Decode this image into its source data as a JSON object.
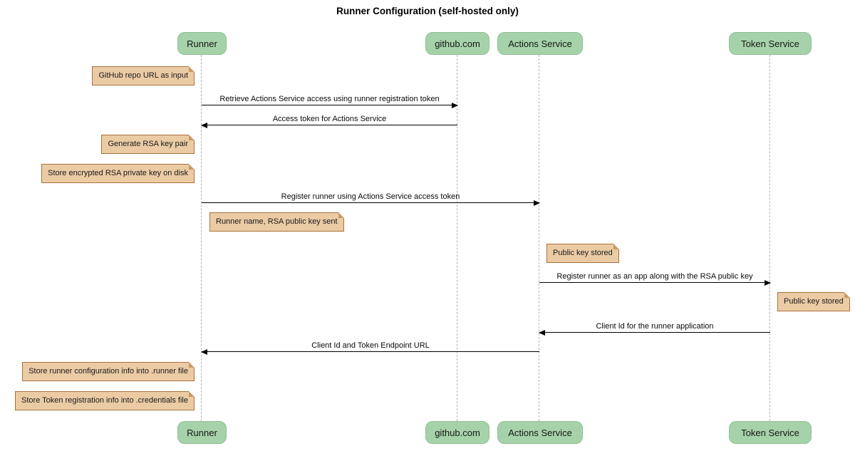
{
  "diagram": {
    "type": "sequence-diagram",
    "title": "Runner Configuration (self-hosted only)",
    "colors": {
      "background": "#FFFFFF",
      "participant_fill": "#A6D2A9",
      "participant_border": "#8FC095",
      "note_fill": "#EBCBA4",
      "note_border": "#A9713B",
      "lifeline": "#B4B4B4",
      "arrow": "#000000"
    },
    "participants": [
      {
        "name": "Runner"
      },
      {
        "name": "github.com"
      },
      {
        "name": "Actions Service"
      },
      {
        "name": "Token Service"
      }
    ],
    "messages": [
      {
        "from": "Runner",
        "to": "github.com",
        "direction": "right",
        "label": "Retrieve Actions Service access using runner registration token"
      },
      {
        "from": "github.com",
        "to": "Runner",
        "direction": "left",
        "label": "Access token for Actions Service"
      },
      {
        "from": "Runner",
        "to": "Actions Service",
        "direction": "right",
        "label": "Register runner using Actions Service access token"
      },
      {
        "from": "Actions Service",
        "to": "Token Service",
        "direction": "right",
        "label": "Register runner as an app along with the RSA public key"
      },
      {
        "from": "Token Service",
        "to": "Actions Service",
        "direction": "left",
        "label": "Client Id for the runner application"
      },
      {
        "from": "Actions Service",
        "to": "Runner",
        "direction": "left",
        "label": "Client Id and Token Endpoint URL"
      }
    ],
    "notes": [
      {
        "anchor": "Runner",
        "side": "left",
        "text": "GitHub repo URL as input"
      },
      {
        "anchor": "Runner",
        "side": "left",
        "text": "Generate RSA key pair"
      },
      {
        "anchor": "Runner",
        "side": "left",
        "text": "Store encrypted RSA private key on disk"
      },
      {
        "anchor": "Runner",
        "side": "right",
        "text": "Runner name, RSA public key sent"
      },
      {
        "anchor": "Actions Service",
        "side": "right",
        "text": "Public key stored"
      },
      {
        "anchor": "Token Service",
        "side": "right",
        "text": "Public key stored"
      },
      {
        "anchor": "Runner",
        "side": "left",
        "text": "Store runner configuration info into .runner file"
      },
      {
        "anchor": "Runner",
        "side": "left",
        "text": "Store Token registration info into .credentials file"
      }
    ]
  }
}
